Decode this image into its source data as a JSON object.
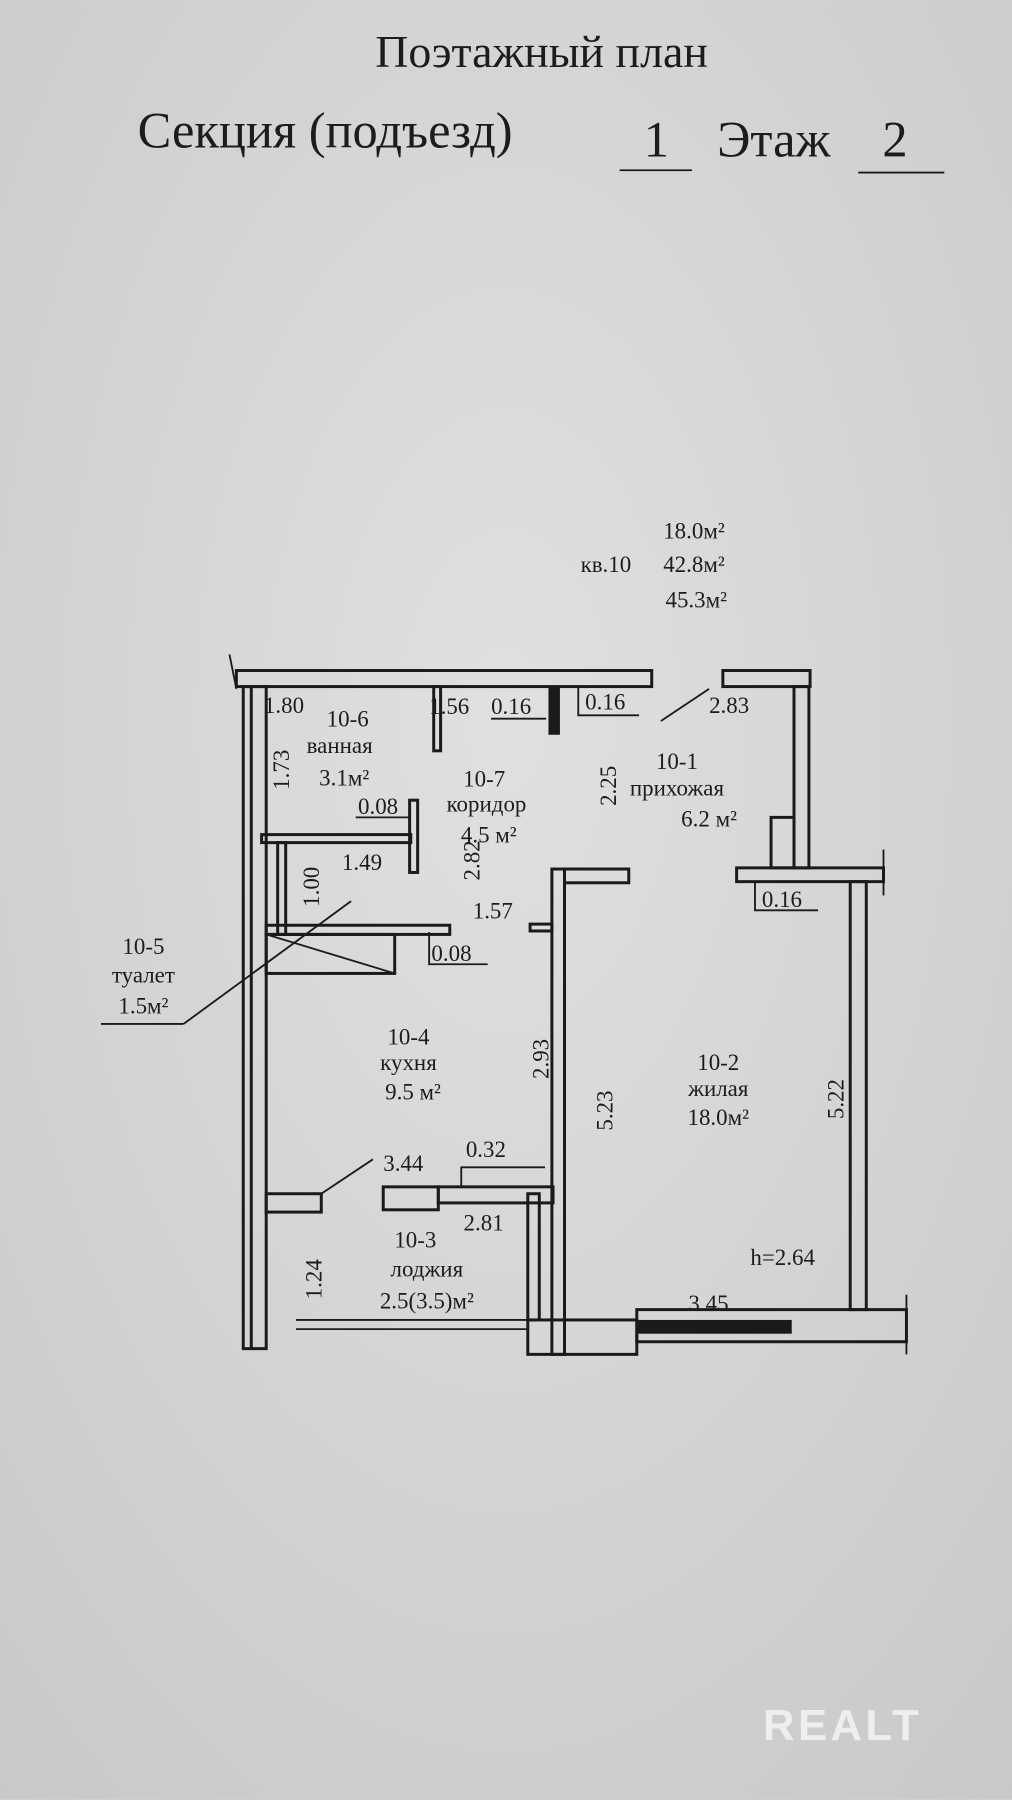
{
  "header": {
    "title": "Поэтажный план",
    "section_label": "Секция (подъезд)",
    "section_value": "1",
    "floor_label": "Этаж",
    "floor_value": "2"
  },
  "apartment": {
    "number": "кв.10",
    "living_area": "18.0м²",
    "total_area": "42.8м²",
    "total_with_loggia": "45.3м²"
  },
  "rooms": [
    {
      "id": "10-1",
      "name": "прихожая",
      "area": "6.2 м²"
    },
    {
      "id": "10-2",
      "name": "жилая",
      "area": "18.0м²"
    },
    {
      "id": "10-3",
      "name": "лоджия",
      "area": "2.5(3.5)м²"
    },
    {
      "id": "10-4",
      "name": "кухня",
      "area": "9.5 м²"
    },
    {
      "id": "10-5",
      "name": "туалет",
      "area": "1.5м²"
    },
    {
      "id": "10-6",
      "name": "ванная",
      "area": "3.1м²"
    },
    {
      "id": "10-7",
      "name": "коридор",
      "area": "4.5 м²"
    }
  ],
  "dimensions": {
    "bath_width": "1.80",
    "bath_depth": "1.73",
    "corridor_top": "1.56",
    "door_a": "0.16",
    "door_b": "0.16",
    "hall_width": "2.83",
    "hall_depth": "2.25",
    "bath_wall": "0.08",
    "corridor_len": "2.82",
    "toilet_depth": "1.00",
    "toilet_width": "1.49",
    "kitchen_door": "1.57",
    "toilet_wall": "0.08",
    "hall_wall": "0.16",
    "kitchen_depth": "2.93",
    "living_left": "5.23",
    "living_right": "5.22",
    "kitchen_width": "3.44",
    "kitchen_step": "0.32",
    "loggia_width": "2.81",
    "loggia_depth": "1.24",
    "living_width": "3.45",
    "ceiling_height": "h=2.64"
  },
  "watermark": "REALT",
  "colors": {
    "paper": "#d6d6d4",
    "ink": "#1a1a1a",
    "watermark": "#f2f2f2"
  }
}
